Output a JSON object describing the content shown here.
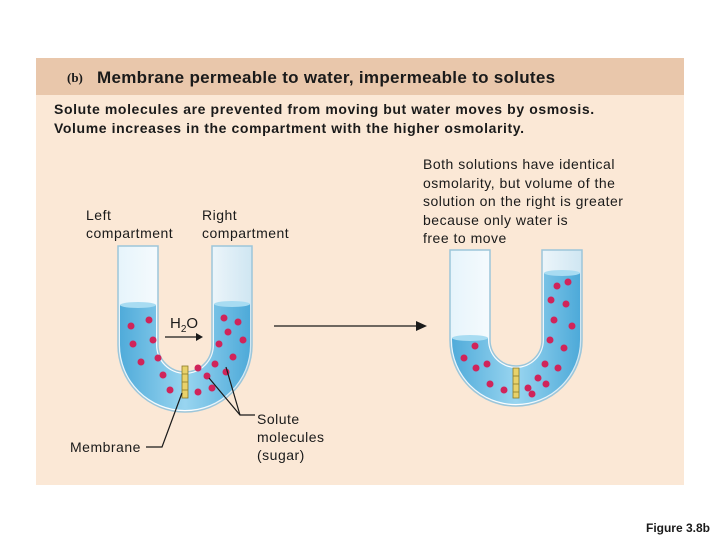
{
  "panel": {
    "label": "(b)",
    "title": "Membrane permeable to water, impermeable to solutes",
    "subtitle_line1": "Solute molecules are prevented from moving but water moves by osmosis.",
    "subtitle_line2": "Volume increases in the compartment with the higher osmolarity."
  },
  "labels": {
    "left_compartment_1": "Left",
    "left_compartment_2": "compartment",
    "right_compartment_1": "Right",
    "right_compartment_2": "compartment",
    "h2o_main": "H",
    "h2o_sub": "2",
    "h2o_tail": "O",
    "membrane": "Membrane",
    "solute_1": "Solute",
    "solute_2": "molecules",
    "solute_3": "(sugar)"
  },
  "note": {
    "line1": "Both solutions have identical",
    "line2": "osmolarity, but volume of the",
    "line3": "solution on the right is greater",
    "line4": "because only water is",
    "line5": "free to move"
  },
  "figure_caption": "Figure 3.8b",
  "colors": {
    "panel_bg": "#fbe8d6",
    "header_bg": "#e9c7ab",
    "water": "#5fb8e0",
    "tube": "#cfe9f5",
    "solute": "#d0245a",
    "membrane": "#e8d26a"
  }
}
